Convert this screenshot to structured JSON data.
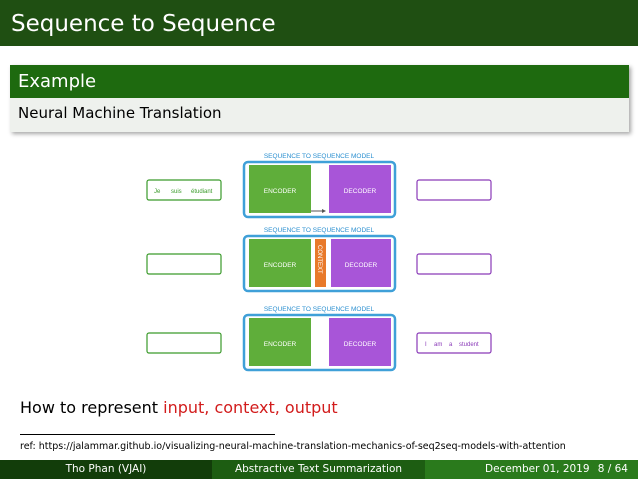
{
  "slide": {
    "title": "Sequence to Sequence",
    "block_title": "Example",
    "block_body": "Neural Machine Translation",
    "caption_prefix": "How to represent ",
    "caption_highlight": "input, context, output",
    "reference": "ref: https://jalammar.github.io/visualizing-neural-machine-translation-mechanics-of-seq2seq-models-with-attention"
  },
  "diagram": {
    "panel_title": "SEQUENCE TO SEQUENCE MODEL",
    "encoder_label": "ENCODER",
    "decoder_label": "DECODER",
    "context_label": "CONTEXT",
    "input_words": [
      "Je",
      "suis",
      "étudiant"
    ],
    "output_words": [
      "I",
      "am",
      "a",
      "student"
    ]
  },
  "footer": {
    "author": "Tho Phan  (VJAI)",
    "talk_title": "Abstractive Text Summarization",
    "date": "December 01, 2019",
    "page": "8 / 64"
  },
  "colors": {
    "title_bar": "#1f4f12",
    "block_head": "#1e6a0f",
    "encoder": "#5fae3a",
    "decoder": "#a855d8",
    "context": "#e8792a",
    "panel_border": "#3fa0d8",
    "highlight": "#d21c1c"
  }
}
